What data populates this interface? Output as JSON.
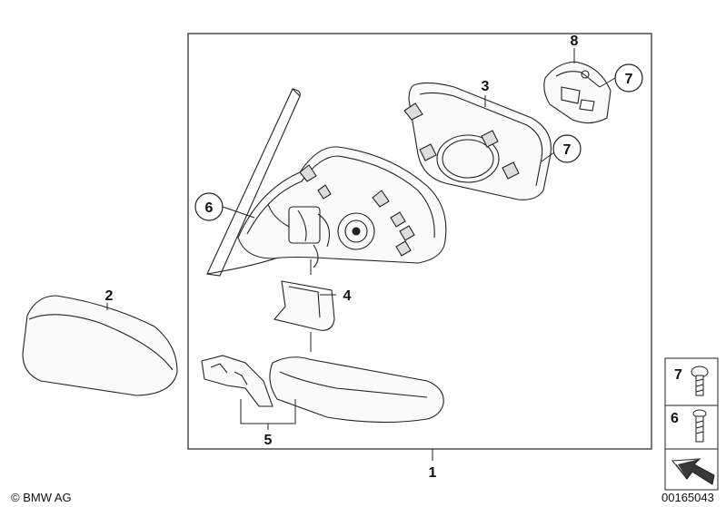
{
  "callouts": {
    "c1": "1",
    "c2": "2",
    "c3": "3",
    "c4": "4",
    "c5": "5",
    "c6": "6",
    "c7a": "7",
    "c7b": "7",
    "c8": "8"
  },
  "legend": {
    "row7": "7",
    "row6": "6"
  },
  "copyright": "© BMW AG",
  "diagram_id": "00165043"
}
